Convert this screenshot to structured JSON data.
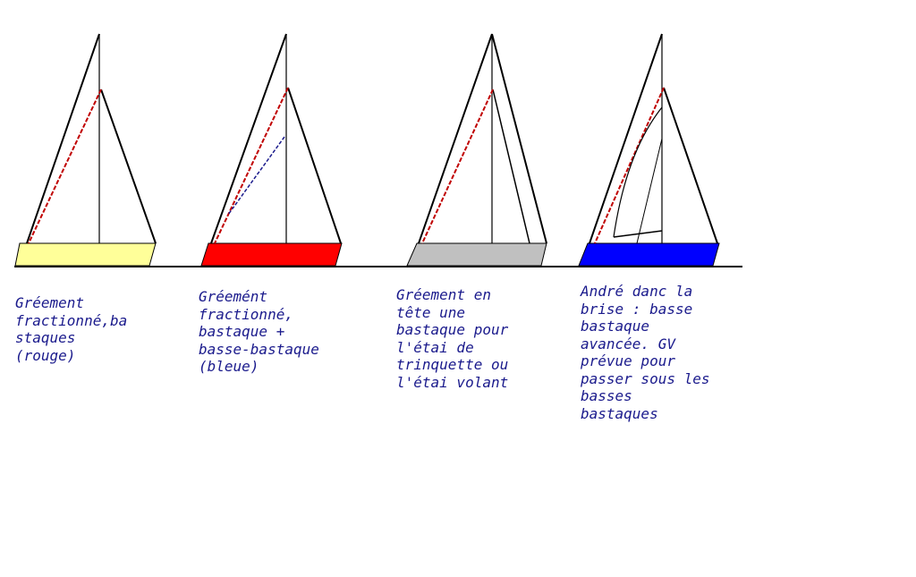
{
  "colors": {
    "line": "#000000",
    "stay": "#c00000",
    "text": "#1a1a8c",
    "hull_yellow": "#ffff99",
    "hull_red": "#ff0000",
    "hull_grey": "#c0c0c0",
    "hull_blue": "#0000ff"
  },
  "rigs": [
    {
      "id": "rig-1",
      "hull_color": "#ffff99",
      "caption_lines": [
        "Gréement",
        "fractionné,ba",
        "staques",
        "(rouge)"
      ]
    },
    {
      "id": "rig-2",
      "hull_color": "#ff0000",
      "caption_lines": [
        "Gréemént",
        "fractionné,",
        "bastaque +",
        "basse-bastaque",
        "(bleue)"
      ]
    },
    {
      "id": "rig-3",
      "hull_color": "#c0c0c0",
      "caption_lines": [
        "Gréement en",
        "tête une",
        "bastaque pour",
        "l'étai de",
        "trinquette ou",
        "l'étai volant"
      ]
    },
    {
      "id": "rig-4",
      "hull_color": "#0000ff",
      "caption_lines": [
        "André danc la",
        "brise : basse",
        "bastaque",
        "avancée. GV",
        "prévue pour",
        "passer sous les",
        "basses",
        "bastaques"
      ]
    }
  ]
}
